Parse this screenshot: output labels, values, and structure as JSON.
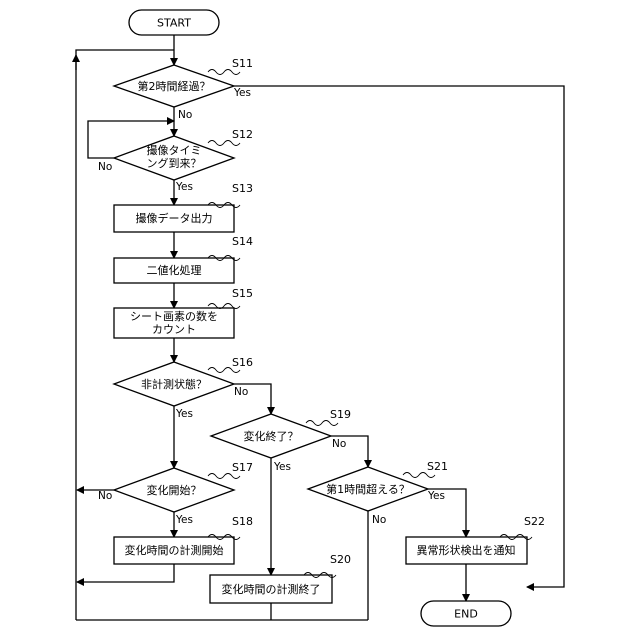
{
  "nodes": {
    "start": {
      "text": "START"
    },
    "s11": {
      "id": "S11",
      "text": "第2時間経過？"
    },
    "s12": {
      "id": "S12",
      "line1": "撮像タイミ",
      "line2": "ング到来？"
    },
    "s13": {
      "id": "S13",
      "text": "撮像データ出力"
    },
    "s14": {
      "id": "S14",
      "text": "二値化処理"
    },
    "s15": {
      "id": "S15",
      "line1": "シート画素の数を",
      "line2": "カウント"
    },
    "s16": {
      "id": "S16",
      "text": "非計測状態？"
    },
    "s17": {
      "id": "S17",
      "text": "変化開始？"
    },
    "s18": {
      "id": "S18",
      "text": "変化時間の計測開始"
    },
    "s19": {
      "id": "S19",
      "text": "変化終了？"
    },
    "s20": {
      "id": "S20",
      "text": "変化時間の計測終了"
    },
    "s21": {
      "id": "S21",
      "text": "第1時間超える？"
    },
    "s22": {
      "id": "S22",
      "text": "異常形状検出を通知"
    },
    "end": {
      "text": "END"
    }
  },
  "edges": {
    "s11_yes": "Yes",
    "s11_no": "No",
    "s12_yes": "Yes",
    "s12_no": "No",
    "s16_yes": "Yes",
    "s16_no": "No",
    "s17_yes": "Yes",
    "s17_no": "No",
    "s19_yes": "Yes",
    "s19_no": "No",
    "s21_yes": "Yes",
    "s21_no": "No"
  }
}
